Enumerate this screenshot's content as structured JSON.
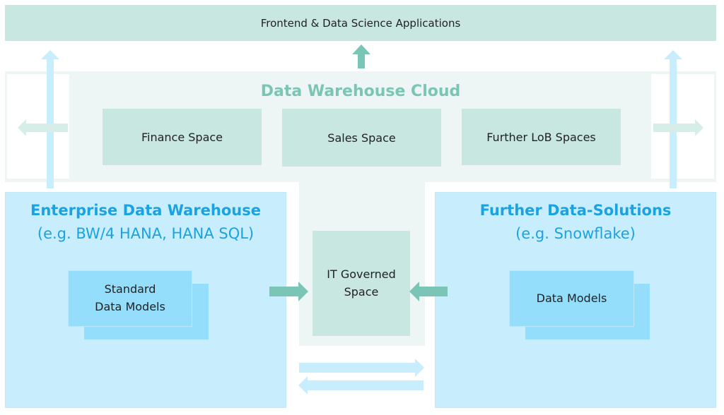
{
  "diagram": {
    "top_bar": {
      "label": "Frontend & Data Science Applications"
    },
    "data_warehouse_cloud": {
      "title": "Data Warehouse Cloud",
      "spaces": [
        {
          "label": "Finance Space"
        },
        {
          "label": "Sales Space"
        },
        {
          "label": "Further LoB Spaces"
        }
      ],
      "it_space": {
        "line1": "IT Governed",
        "line2": "Space"
      }
    },
    "enterprise_dw": {
      "title": "Enterprise Data Warehouse",
      "subtitle": "(e.g. BW/4 HANA, HANA SQL)",
      "models": {
        "line1": "Standard",
        "line2": "Data Models"
      }
    },
    "further_solutions": {
      "title": "Further Data-Solutions",
      "subtitle": "(e.g. Snowflake)",
      "models": {
        "label": "Data Models"
      }
    },
    "colors": {
      "teal_dark": "#7ac5b5",
      "teal_light": "#c8e7e1",
      "teal_pale": "#edf6f4",
      "blue_text": "#1aa3e0",
      "blue_light": "#c8edfd",
      "blue_mid": "#94defc"
    }
  }
}
